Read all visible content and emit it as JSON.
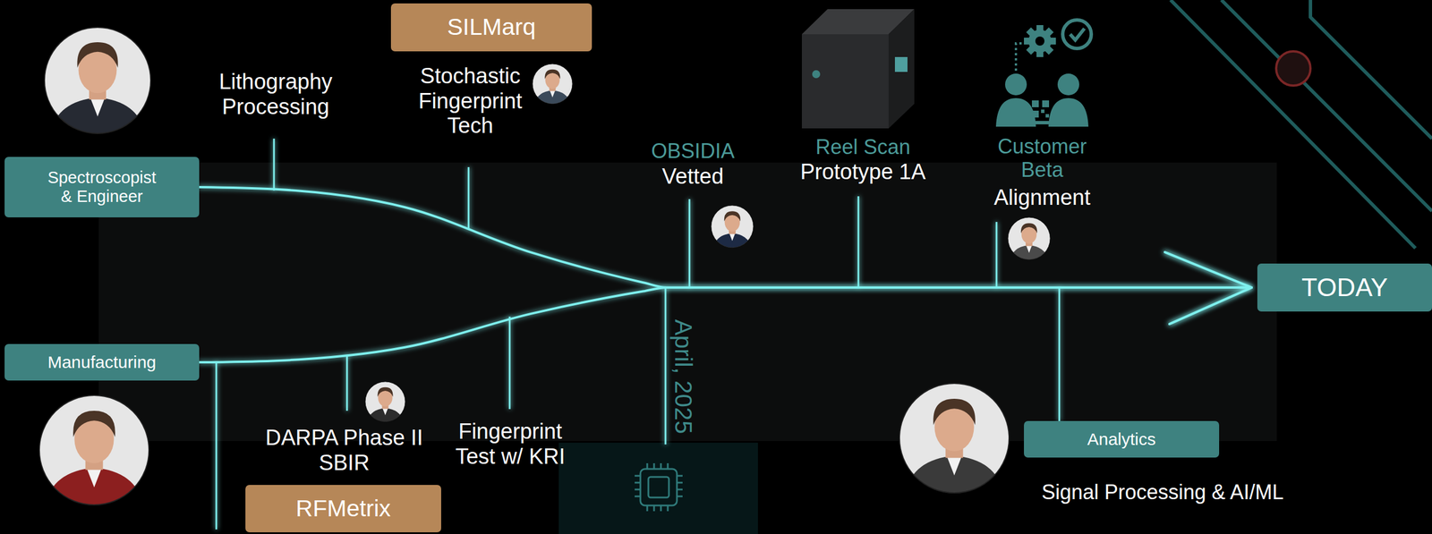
{
  "diagram": {
    "nodes": [
      {
        "text": [
          "Spectroscopist & Engineer"
        ]
      },
      {
        "text": [
          "Manufacturing"
        ]
      },
      {
        "text": [
          "SILMarq"
        ]
      },
      {
        "text": [
          "RFMetrix"
        ]
      },
      {
        "text": [
          "Analytics"
        ]
      },
      {
        "text": [
          "TODAY"
        ]
      }
    ],
    "edges": [
      {
        "from": 0,
        "to": 5,
        "arrow": "to"
      },
      {
        "from": 1,
        "to": 5,
        "arrow": "to"
      }
    ],
    "labels": [
      "Lithography Processing",
      "Stochastic Fingerprint Tech",
      "OBSIDIA",
      "Vetted",
      "Reel Scan",
      "Prototype 1A",
      "Customer Beta",
      "Alignment",
      "DARPA Phase II SBIR",
      "Fingerprint Test w/ KRI",
      "April, 2025",
      "Signal Processing & AI/ML"
    ]
  }
}
